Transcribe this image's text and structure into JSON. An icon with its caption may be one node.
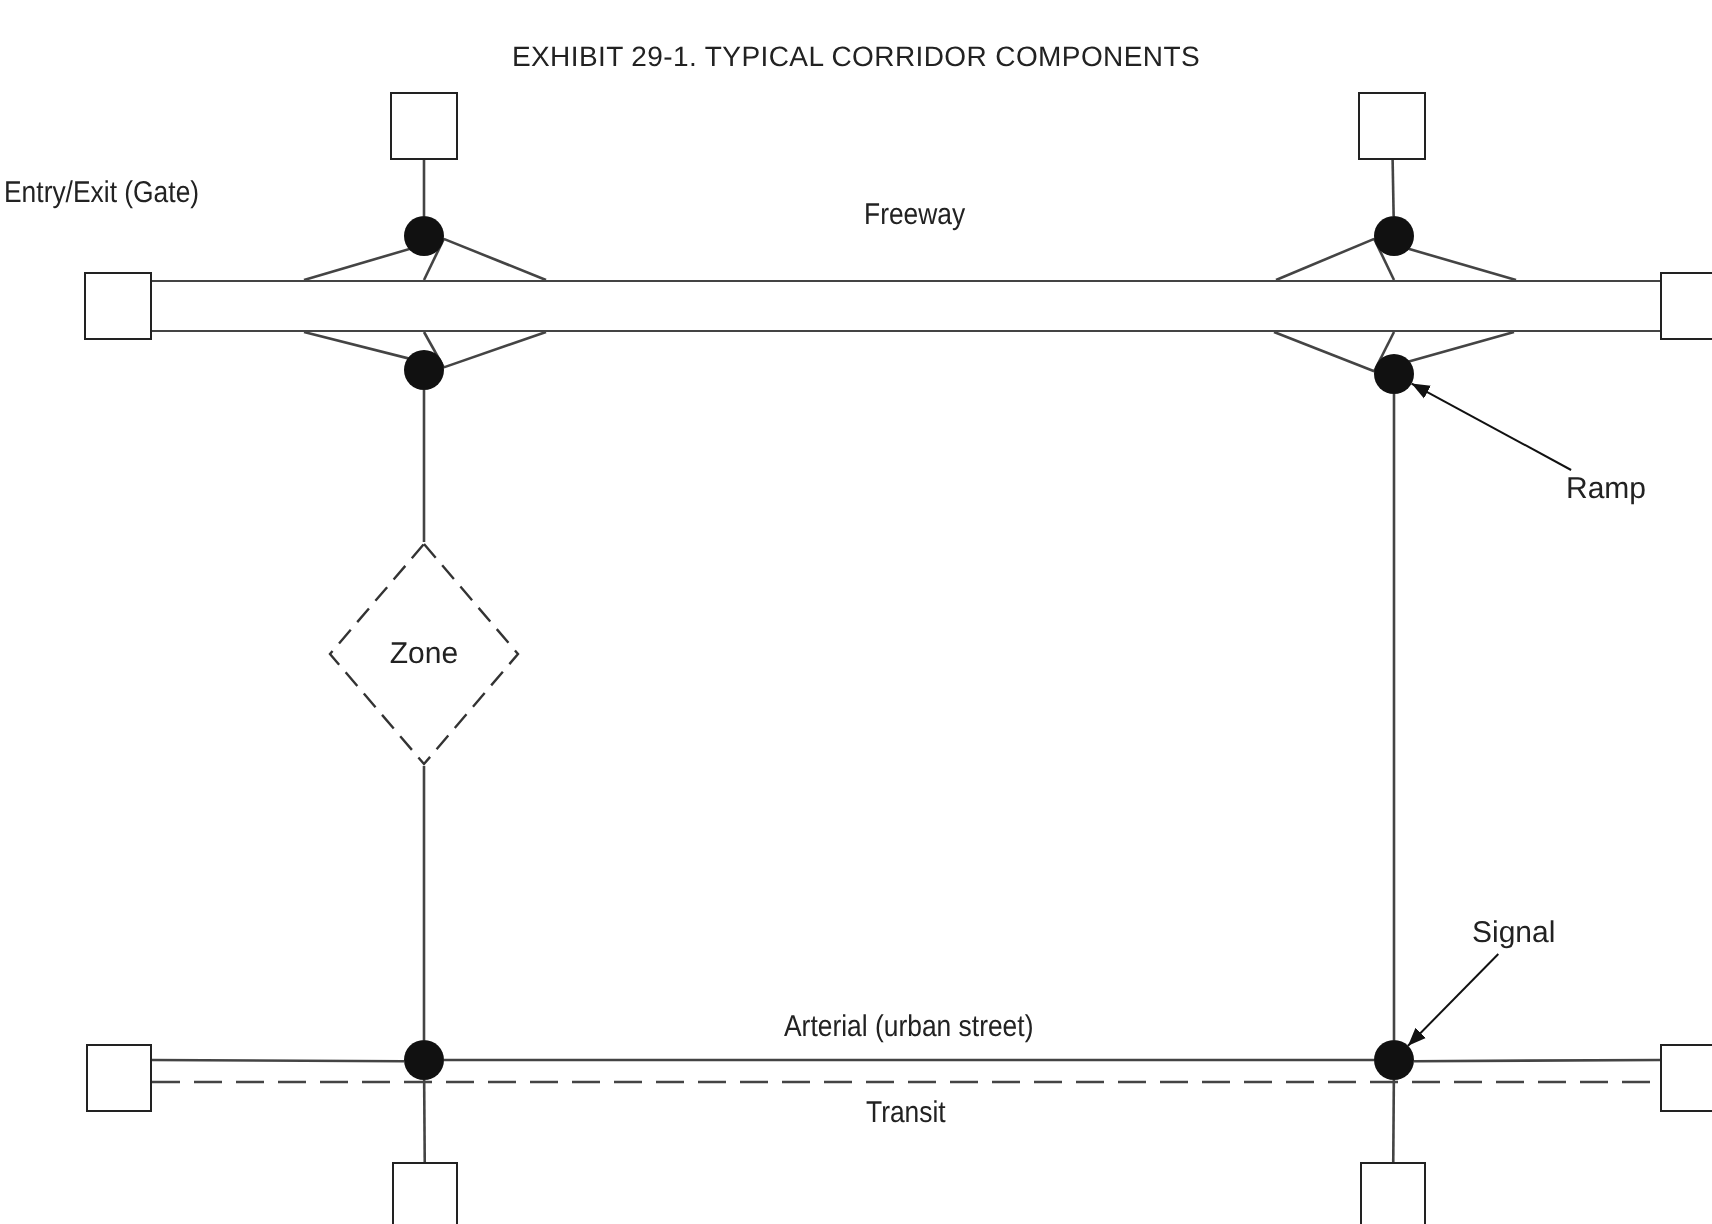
{
  "diagram": {
    "title": "EXHIBIT 29-1. TYPICAL CORRIDOR COMPONENTS",
    "nodes": [
      {
        "text": [],
        "shape": "box"
      },
      {
        "text": [],
        "shape": "box"
      },
      {
        "text": [],
        "shape": "circle"
      },
      {
        "text": [],
        "shape": "circle"
      },
      {
        "text": [],
        "shape": "box",
        "beside": [
          "Entry/Exit (Gate)"
        ]
      },
      {
        "text": [
          "Freeway"
        ]
      },
      {
        "text": [],
        "shape": "box"
      },
      {
        "text": [],
        "shape": "circle"
      },
      {
        "text": [],
        "shape": "circle"
      },
      {
        "text": [
          "Ramp"
        ]
      },
      {
        "text": [
          "Zone"
        ]
      },
      {
        "text": [
          "Signal"
        ]
      },
      {
        "text": [],
        "shape": "box"
      },
      {
        "text": [],
        "shape": "circle"
      },
      {
        "text": [],
        "shape": "circle"
      },
      {
        "text": [],
        "shape": "box"
      },
      {
        "text": [],
        "shape": "box"
      },
      {
        "text": [],
        "shape": "box"
      }
    ],
    "edges": [
      {
        "from": 0,
        "to": 2,
        "arrow": "none"
      },
      {
        "from": 1,
        "to": 3,
        "arrow": "none"
      },
      {
        "from": 2,
        "to": 5,
        "arrow": "none"
      },
      {
        "from": 3,
        "to": 5,
        "arrow": "none"
      },
      {
        "from": 7,
        "to": 10,
        "arrow": "none"
      },
      {
        "from": 10,
        "to": 13,
        "arrow": "none"
      },
      {
        "from": 8,
        "to": 14,
        "arrow": "none"
      },
      {
        "from": 13,
        "to": 16,
        "arrow": "none"
      },
      {
        "from": 14,
        "to": 17,
        "arrow": "none"
      },
      {
        "from": 2,
        "to": 5,
        "arrow": "none"
      },
      {
        "from": 2,
        "to": 5,
        "arrow": "none"
      },
      {
        "from": 7,
        "to": 5,
        "arrow": "none"
      },
      {
        "from": 7,
        "to": 5,
        "arrow": "none"
      },
      {
        "from": 3,
        "to": 5,
        "arrow": "none"
      },
      {
        "from": 3,
        "to": 5,
        "arrow": "none"
      },
      {
        "from": 8,
        "to": 5,
        "arrow": "none"
      },
      {
        "from": 8,
        "to": 5,
        "arrow": "none"
      },
      {
        "from": 12,
        "to": 13,
        "arrow": "none"
      },
      {
        "from": 13,
        "to": 14,
        "arrow": "none",
        "label": "Arterial (urban street)"
      },
      {
        "from": 14,
        "to": 15,
        "arrow": "none"
      },
      {
        "from": 12,
        "to": 15,
        "arrow": "none",
        "style": "dashed",
        "label": "Transit"
      },
      {
        "from": 9,
        "to": 8,
        "arrow": "to"
      },
      {
        "from": 11,
        "to": 14,
        "arrow": "to"
      },
      {
        "from": 5,
        "to": 7,
        "arrow": "none"
      },
      {
        "from": 5,
        "to": 8,
        "arrow": "none"
      }
    ]
  }
}
